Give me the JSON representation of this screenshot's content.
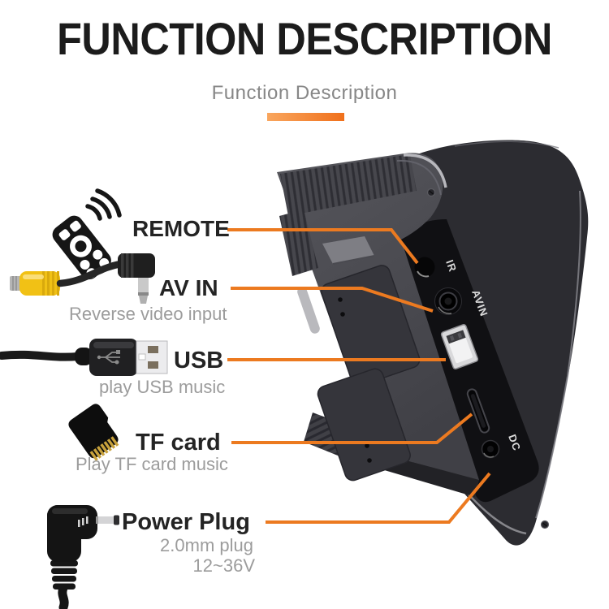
{
  "header": {
    "title": "FUNCTION DESCRIPTION",
    "subtitle": "Function Description"
  },
  "callouts": [
    {
      "label": "REMOTE",
      "icon": "remote-control-icon"
    },
    {
      "label": "AV IN",
      "caption": "Reverse video input",
      "icon": "av-rca-cable-icon"
    },
    {
      "label": "USB",
      "caption": "play USB music",
      "icon": "usb-plug-icon"
    },
    {
      "label": "TF card",
      "caption": "Play TF card music",
      "icon": "tf-card-icon"
    },
    {
      "label": "Power Plug",
      "caption": "2.0mm plug",
      "caption2": "12~36V",
      "icon": "dc-power-plug-icon"
    }
  ],
  "device": {
    "port_labels": {
      "ir": "IR",
      "avin": "AVIN",
      "dc": "DC"
    }
  },
  "colors": {
    "accent_orange": "#EC7A20",
    "accent_gradient_start": "#F9A65E",
    "accent_gradient_end": "#F0701B",
    "title_black": "#1C1C1C",
    "caption_gray": "#9C9C9C"
  }
}
